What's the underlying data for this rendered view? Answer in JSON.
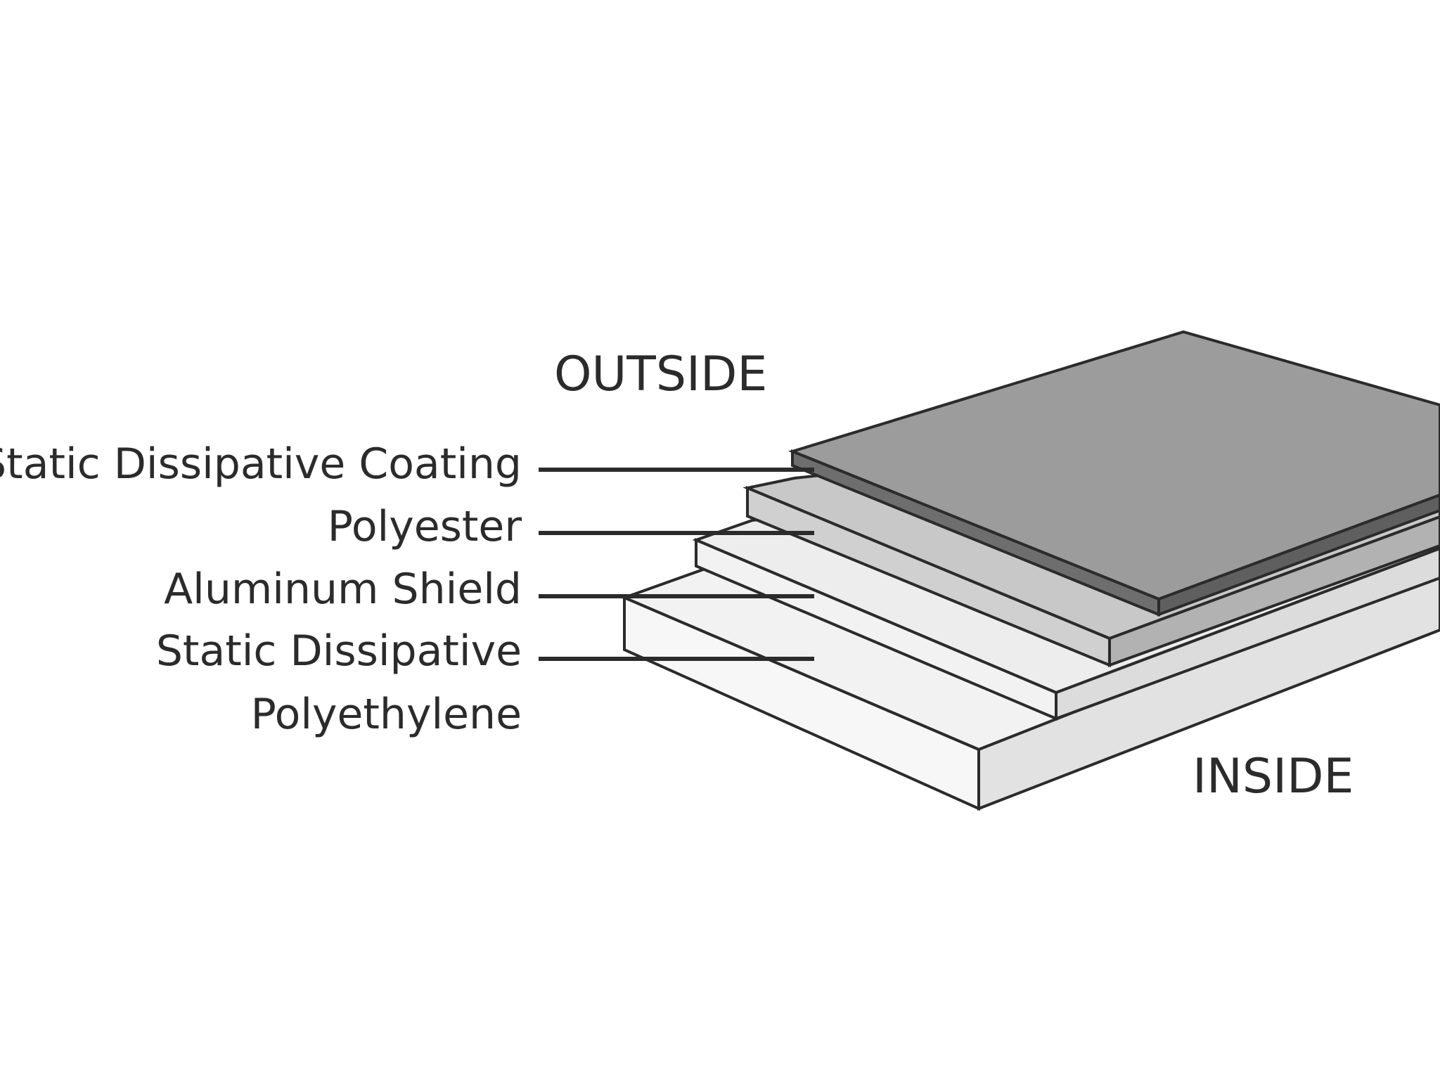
{
  "diagram": {
    "outside_label": "OUTSIDE",
    "inside_label": "INSIDE",
    "layers": [
      {
        "label": "Static Dissipative Coating",
        "color": "#9a9a9a"
      },
      {
        "label": "Polyester",
        "color": "#c4c4c4"
      },
      {
        "label": "Aluminum Shield",
        "color": "#e6e6e6"
      },
      {
        "label": "Static Dissipative",
        "color": "#f4f4f4"
      },
      {
        "label": "Polyethylene",
        "color": "#f4f4f4"
      }
    ],
    "line_color": "#2b2b2b"
  }
}
